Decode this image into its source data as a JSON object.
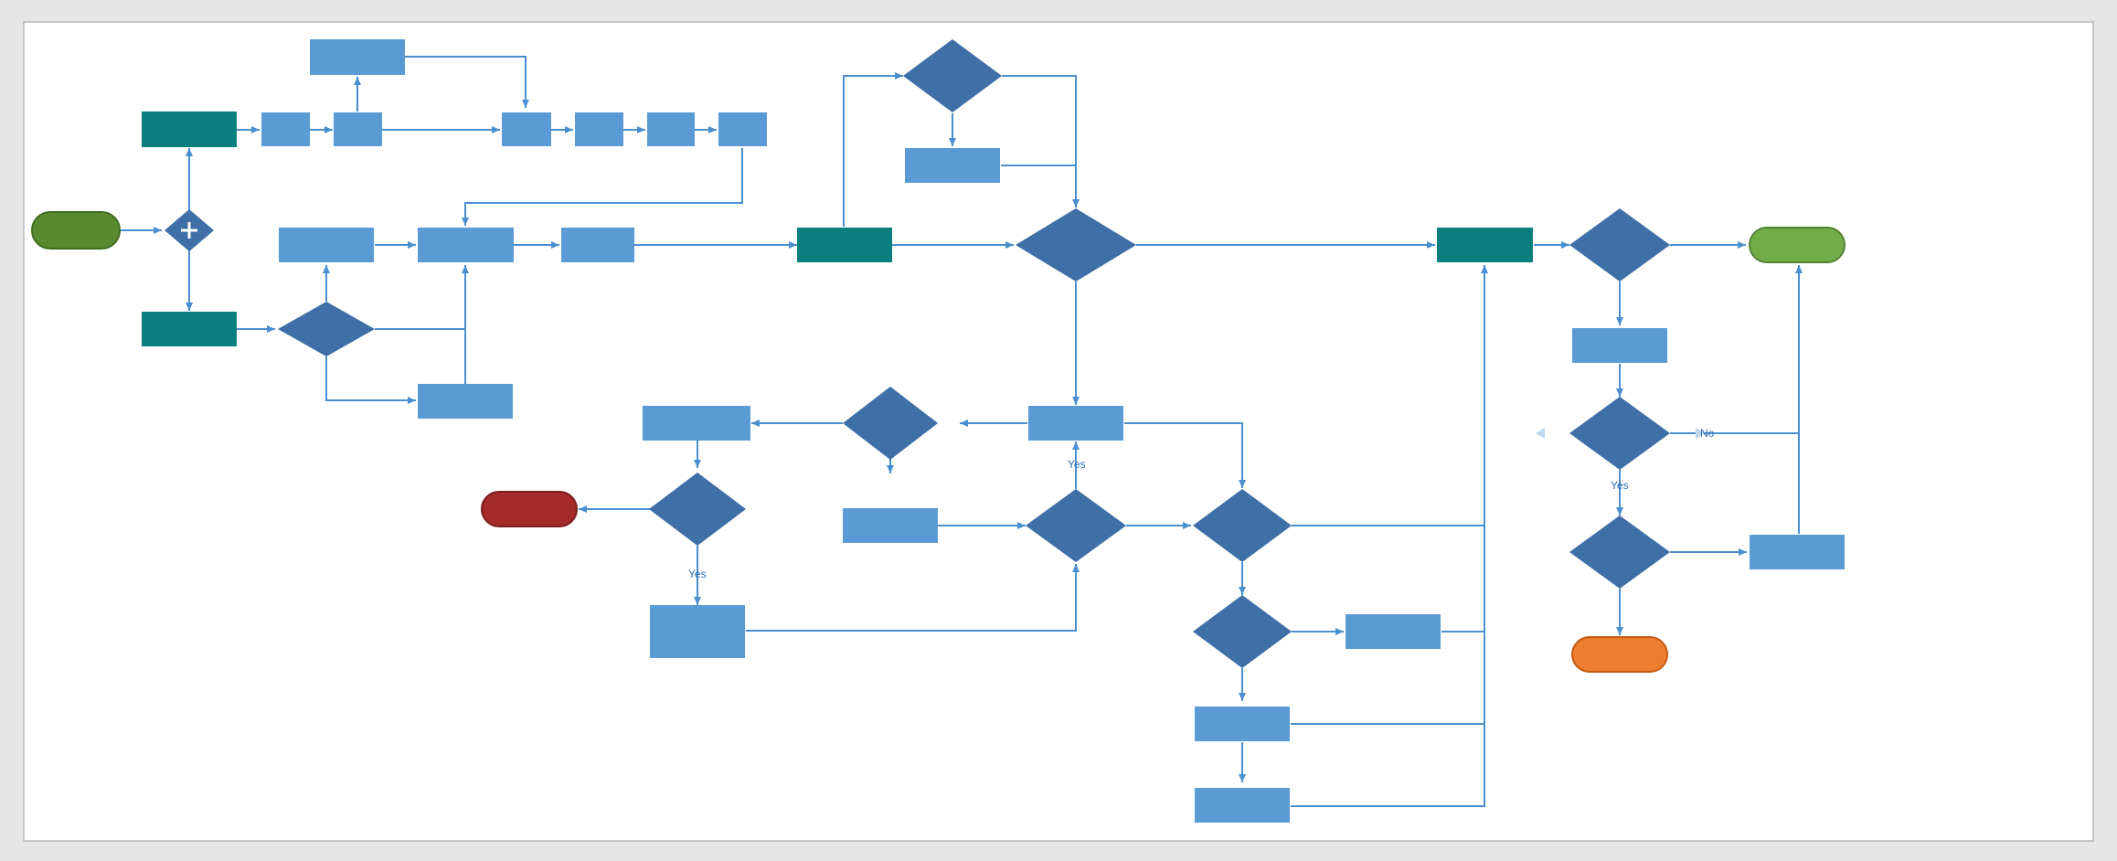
{
  "diagram": {
    "edge_labels": {
      "l1": "No",
      "l2": "Yes",
      "l3": "Yes",
      "l4": "Yes"
    },
    "colors": {
      "process": "#5b9bd5",
      "teal": "#0a7f7f",
      "decision": "#3e6fa6",
      "start": "#5a8a2f",
      "success": "#70ad47",
      "danger": "#a52a2a",
      "warning": "#ed7d31",
      "line": "#4a8fd0",
      "frame": "#b5b5b5",
      "page": "#ffffff",
      "background": "#e6e6e6"
    },
    "icons": {
      "merge": "plus-icon"
    }
  }
}
